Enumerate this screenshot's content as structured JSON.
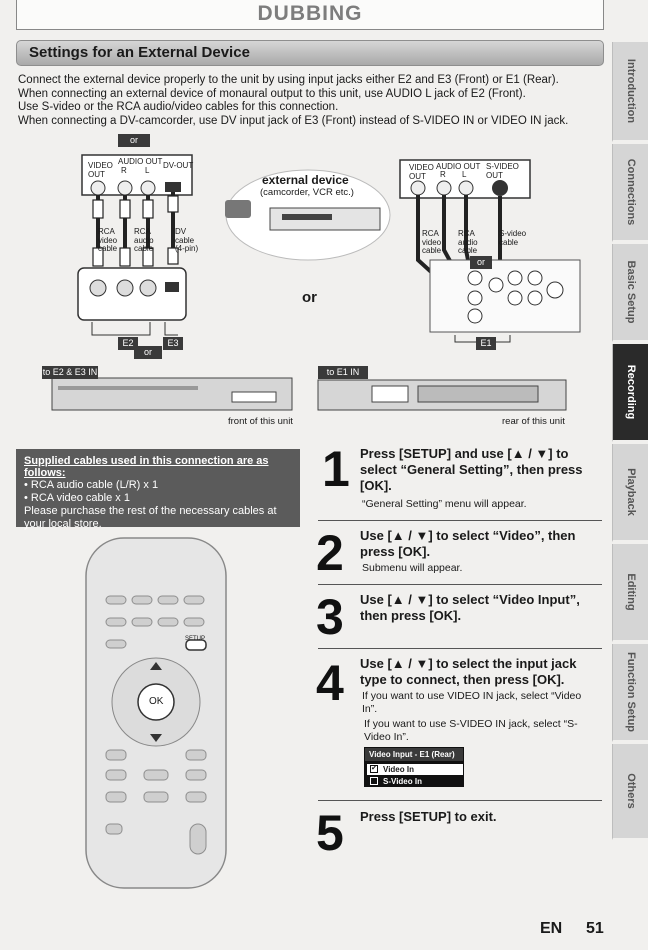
{
  "header": {
    "title": "DUBBING"
  },
  "section": {
    "title": "Settings for an External Device"
  },
  "intro": [
    "Connect the external device properly to the unit by using input jacks either E2 and E3 (Front) or E1 (Rear).",
    "When connecting an external device of monaural output to this unit, use AUDIO L jack of E2 (Front).",
    "Use S-video or the RCA audio/video cables for this connection.",
    "When connecting a DV-camcorder, use DV input jack of E3 (Front) instead of S-VIDEO IN or VIDEO IN jack."
  ],
  "tabs": [
    "Introduction",
    "Connections",
    "Basic Setup",
    "Recording",
    "Playback",
    "Editing",
    "Function Setup",
    "Others"
  ],
  "diagram": {
    "or_top": "or",
    "or_mid": "or",
    "or_big": "or",
    "or_right": "or",
    "ext_device_title": "external device",
    "ext_device_sub": "(camcorder, VCR etc.)",
    "left_jacks": {
      "video_out": "VIDEO OUT",
      "audio_out": "AUDIO OUT",
      "r": "R",
      "l": "L",
      "dv_out": "DV-OUT"
    },
    "right_jacks": {
      "video_out": "VIDEO OUT",
      "audio_out": "AUDIO OUT",
      "r": "R",
      "l": "L",
      "svideo_out": "S-VIDEO OUT"
    },
    "left_cables": {
      "rca_video": "RCA video cable",
      "rca_audio": "RCA audio cable",
      "dv": "DV cable (4-pin)"
    },
    "right_cables": {
      "rca_video": "RCA video cable",
      "rca_audio": "RCA audio cable",
      "svideo": "S-video cable"
    },
    "e2": "E2",
    "e3": "E3",
    "e1": "E1",
    "to_e2e3": "to E2 & E3 IN",
    "to_e1": "to E1 IN",
    "front_caption": "front of this unit",
    "rear_caption": "rear of this unit"
  },
  "cables": {
    "heading": "Supplied cables used in this connection are as follows:",
    "lines": [
      "• RCA audio cable (L/R) x 1",
      "• RCA video cable x 1",
      "Please purchase the rest of the necessary cables at your local store."
    ]
  },
  "remote": {
    "setup_label": "SETUP",
    "ok_label": "OK"
  },
  "steps": [
    {
      "num": "1",
      "head": "Press [SETUP] and use [▲ / ▼] to select “General Setting”, then press [OK].",
      "sub": "“General Setting” menu will appear."
    },
    {
      "num": "2",
      "head": "Use [▲ / ▼] to select “Video”, then press [OK].",
      "sub": "Submenu will appear."
    },
    {
      "num": "3",
      "head": "Use [▲ / ▼] to select “Video Input”, then press [OK].",
      "sub": ""
    },
    {
      "num": "4",
      "head": "Use [▲ / ▼] to select the input jack type to connect, then press [OK].",
      "sub": "If you want to use VIDEO IN jack, select “Video In”.",
      "sub2": "If you want to use S-VIDEO IN jack, select “S-Video In”."
    },
    {
      "num": "5",
      "head": "Press [SETUP] to exit.",
      "sub": ""
    }
  ],
  "menu": {
    "title": "Video Input - E1 (Rear)",
    "options": [
      "Video In",
      "S-Video In"
    ],
    "selected": "Video In"
  },
  "footer": {
    "lang": "EN",
    "page": "51"
  }
}
